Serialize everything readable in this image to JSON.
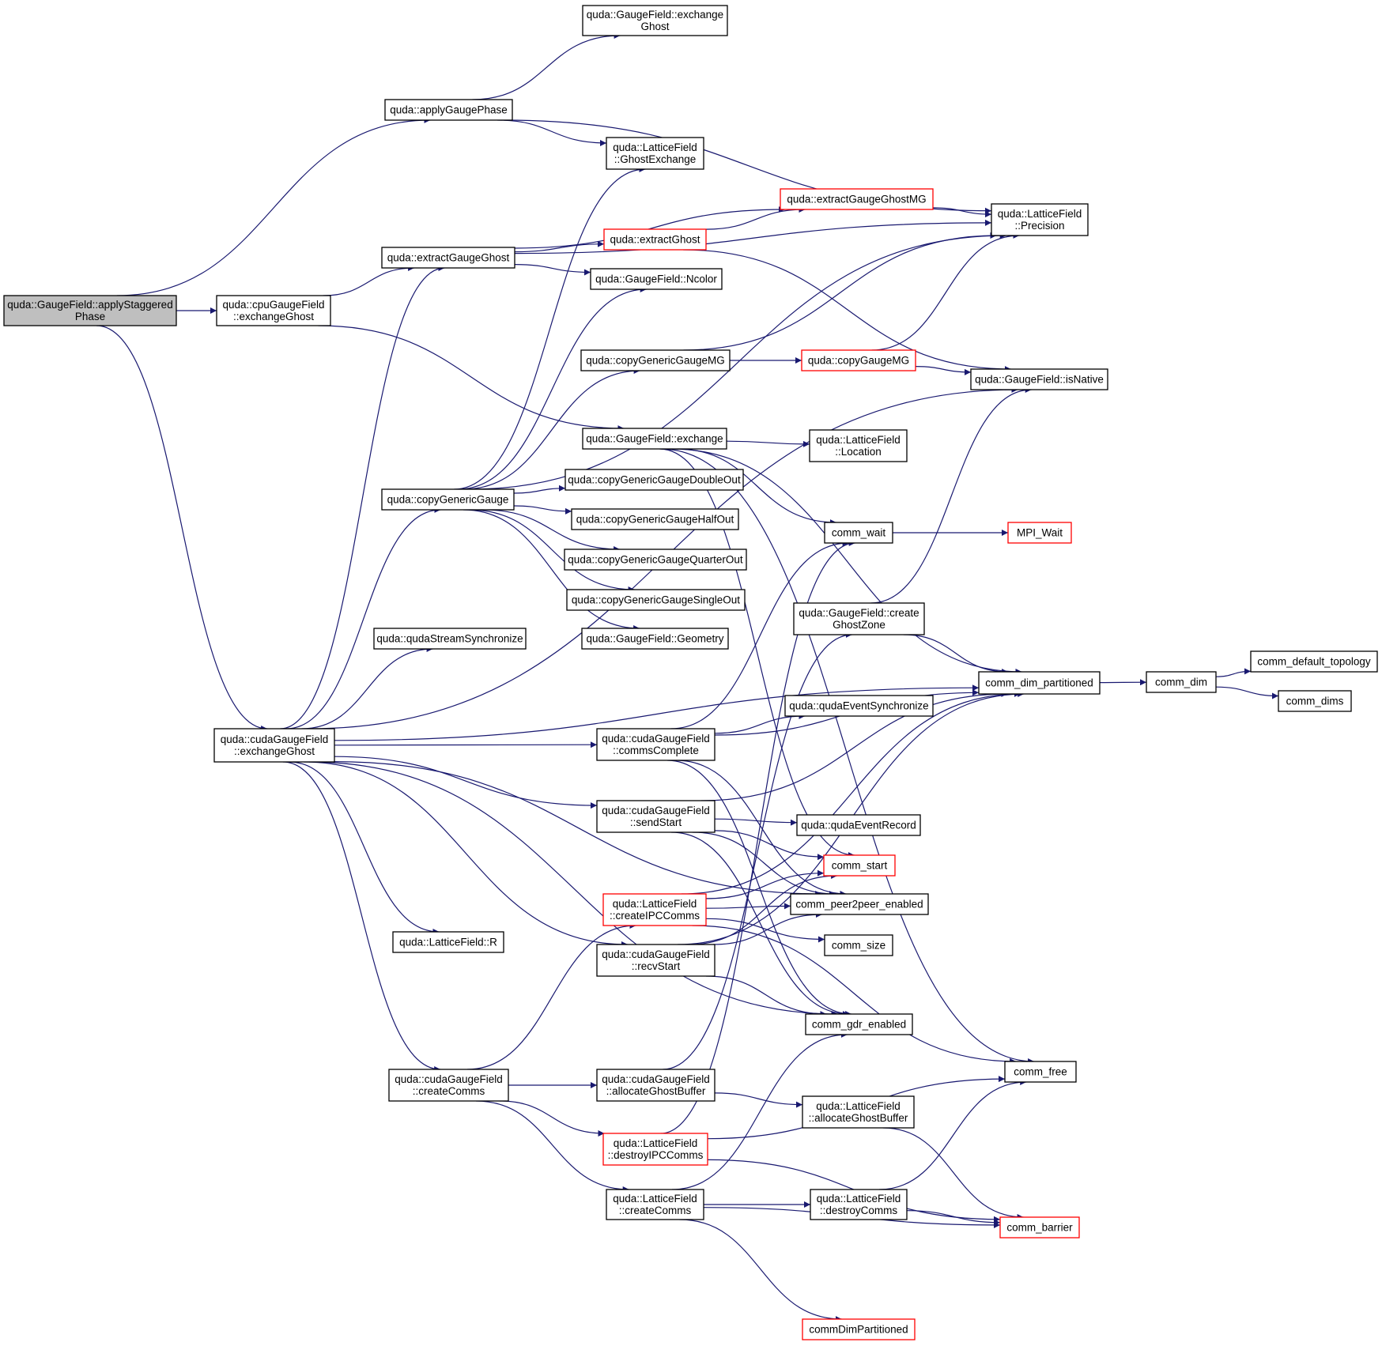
{
  "graph": {
    "colors": {
      "edge": "#191970",
      "node_border": "#000000",
      "node_border_truncated": "#ff0000",
      "root_fill": "#bfbfbf",
      "node_fill": "#ffffff",
      "background": "#ffffff"
    },
    "nodes": [
      {
        "id": "root",
        "lines": [
          "quda::GaugeField::applyStaggered",
          "Phase"
        ],
        "style": "root"
      },
      {
        "id": "applyGaugePhase",
        "lines": [
          "quda::applyGaugePhase"
        ],
        "style": "normal"
      },
      {
        "id": "gf_exchangeGhost",
        "lines": [
          "quda::GaugeField::exchange",
          "Ghost"
        ],
        "style": "normal"
      },
      {
        "id": "lf_ghostExchange",
        "lines": [
          "quda::LatticeField",
          "::GhostExchange"
        ],
        "style": "normal"
      },
      {
        "id": "lf_precision",
        "lines": [
          "quda::LatticeField",
          "::Precision"
        ],
        "style": "normal"
      },
      {
        "id": "extractGaugeGhostMG",
        "lines": [
          "quda::extractGaugeGhostMG"
        ],
        "style": "truncated"
      },
      {
        "id": "extractGhost",
        "lines": [
          "quda::extractGhost"
        ],
        "style": "truncated"
      },
      {
        "id": "extractGaugeGhost",
        "lines": [
          "quda::extractGaugeGhost"
        ],
        "style": "normal"
      },
      {
        "id": "gf_ncolor",
        "lines": [
          "quda::GaugeField::Ncolor"
        ],
        "style": "normal"
      },
      {
        "id": "cpu_exchangeGhost",
        "lines": [
          "quda::cpuGaugeField",
          "::exchangeGhost"
        ],
        "style": "normal"
      },
      {
        "id": "copyGenericGaugeMG",
        "lines": [
          "quda::copyGenericGaugeMG"
        ],
        "style": "normal"
      },
      {
        "id": "copyGaugeMG",
        "lines": [
          "quda::copyGaugeMG"
        ],
        "style": "truncated"
      },
      {
        "id": "gf_isNative",
        "lines": [
          "quda::GaugeField::isNative"
        ],
        "style": "normal"
      },
      {
        "id": "gf_exchange",
        "lines": [
          "quda::GaugeField::exchange"
        ],
        "style": "normal"
      },
      {
        "id": "lf_location",
        "lines": [
          "quda::LatticeField",
          "::Location"
        ],
        "style": "normal"
      },
      {
        "id": "copyGenericGauge",
        "lines": [
          "quda::copyGenericGauge"
        ],
        "style": "normal"
      },
      {
        "id": "cgg_double",
        "lines": [
          "quda::copyGenericGaugeDoubleOut"
        ],
        "style": "normal"
      },
      {
        "id": "cgg_half",
        "lines": [
          "quda::copyGenericGaugeHalfOut"
        ],
        "style": "normal"
      },
      {
        "id": "cgg_quarter",
        "lines": [
          "quda::copyGenericGaugeQuarterOut"
        ],
        "style": "normal"
      },
      {
        "id": "cgg_single",
        "lines": [
          "quda::copyGenericGaugeSingleOut"
        ],
        "style": "normal"
      },
      {
        "id": "gf_geometry",
        "lines": [
          "quda::GaugeField::Geometry"
        ],
        "style": "normal"
      },
      {
        "id": "comm_wait",
        "lines": [
          "comm_wait"
        ],
        "style": "normal"
      },
      {
        "id": "mpi_wait",
        "lines": [
          "MPI_Wait"
        ],
        "style": "truncated"
      },
      {
        "id": "gf_createGhostZone",
        "lines": [
          "quda::GaugeField::create",
          "GhostZone"
        ],
        "style": "normal"
      },
      {
        "id": "qudaStreamSync",
        "lines": [
          "quda::qudaStreamSynchronize"
        ],
        "style": "normal"
      },
      {
        "id": "comm_dim_partitioned",
        "lines": [
          "comm_dim_partitioned"
        ],
        "style": "normal"
      },
      {
        "id": "comm_dim",
        "lines": [
          "comm_dim"
        ],
        "style": "normal"
      },
      {
        "id": "comm_default_topology",
        "lines": [
          "comm_default_topology"
        ],
        "style": "normal"
      },
      {
        "id": "comm_dims",
        "lines": [
          "comm_dims"
        ],
        "style": "normal"
      },
      {
        "id": "qudaEventSync",
        "lines": [
          "quda::qudaEventSynchronize"
        ],
        "style": "normal"
      },
      {
        "id": "cuda_exchangeGhost",
        "lines": [
          "quda::cudaGaugeField",
          "::exchangeGhost"
        ],
        "style": "normal"
      },
      {
        "id": "cuda_commsComplete",
        "lines": [
          "quda::cudaGaugeField",
          "::commsComplete"
        ],
        "style": "normal"
      },
      {
        "id": "cuda_sendStart",
        "lines": [
          "quda::cudaGaugeField",
          "::sendStart"
        ],
        "style": "normal"
      },
      {
        "id": "qudaEventRecord",
        "lines": [
          "quda::qudaEventRecord"
        ],
        "style": "normal"
      },
      {
        "id": "comm_start",
        "lines": [
          "comm_start"
        ],
        "style": "truncated"
      },
      {
        "id": "lf_createIPCComms",
        "lines": [
          "quda::LatticeField",
          "::createIPCComms"
        ],
        "style": "truncated"
      },
      {
        "id": "comm_peer2peer",
        "lines": [
          "comm_peer2peer_enabled"
        ],
        "style": "normal"
      },
      {
        "id": "lf_R",
        "lines": [
          "quda::LatticeField::R"
        ],
        "style": "normal"
      },
      {
        "id": "cuda_recvStart",
        "lines": [
          "quda::cudaGaugeField",
          "::recvStart"
        ],
        "style": "normal"
      },
      {
        "id": "comm_size",
        "lines": [
          "comm_size"
        ],
        "style": "normal"
      },
      {
        "id": "comm_gdr",
        "lines": [
          "comm_gdr_enabled"
        ],
        "style": "normal"
      },
      {
        "id": "comm_free",
        "lines": [
          "comm_free"
        ],
        "style": "normal"
      },
      {
        "id": "cuda_createComms",
        "lines": [
          "quda::cudaGaugeField",
          "::createComms"
        ],
        "style": "normal"
      },
      {
        "id": "cuda_allocGhost",
        "lines": [
          "quda::cudaGaugeField",
          "::allocateGhostBuffer"
        ],
        "style": "normal"
      },
      {
        "id": "lf_allocGhost",
        "lines": [
          "quda::LatticeField",
          "::allocateGhostBuffer"
        ],
        "style": "normal"
      },
      {
        "id": "lf_destroyIPCComms",
        "lines": [
          "quda::LatticeField",
          "::destroyIPCComms"
        ],
        "style": "truncated"
      },
      {
        "id": "lf_createComms",
        "lines": [
          "quda::LatticeField",
          "::createComms"
        ],
        "style": "normal"
      },
      {
        "id": "lf_destroyComms",
        "lines": [
          "quda::LatticeField",
          "::destroyComms"
        ],
        "style": "normal"
      },
      {
        "id": "comm_barrier",
        "lines": [
          "comm_barrier"
        ],
        "style": "truncated"
      },
      {
        "id": "commDimPartitioned",
        "lines": [
          "commDimPartitioned"
        ],
        "style": "truncated"
      }
    ],
    "edges": [
      [
        "root",
        "applyGaugePhase"
      ],
      [
        "root",
        "cpu_exchangeGhost"
      ],
      [
        "root",
        "cuda_exchangeGhost"
      ],
      [
        "applyGaugePhase",
        "gf_exchangeGhost"
      ],
      [
        "applyGaugePhase",
        "lf_ghostExchange"
      ],
      [
        "applyGaugePhase",
        "lf_precision"
      ],
      [
        "cpu_exchangeGhost",
        "extractGaugeGhost"
      ],
      [
        "cpu_exchangeGhost",
        "gf_exchange"
      ],
      [
        "extractGaugeGhost",
        "extractGaugeGhostMG"
      ],
      [
        "extractGaugeGhost",
        "extractGhost"
      ],
      [
        "extractGaugeGhost",
        "gf_ncolor"
      ],
      [
        "extractGaugeGhost",
        "lf_precision"
      ],
      [
        "extractGaugeGhostMG",
        "lf_precision"
      ],
      [
        "extractGhost",
        "extractGaugeGhostMG"
      ],
      [
        "extractGhost",
        "gf_isNative"
      ],
      [
        "copyGenericGaugeMG",
        "copyGaugeMG"
      ],
      [
        "copyGenericGaugeMG",
        "lf_precision"
      ],
      [
        "copyGaugeMG",
        "gf_isNative"
      ],
      [
        "copyGaugeMG",
        "lf_precision"
      ],
      [
        "gf_exchange",
        "lf_location"
      ],
      [
        "gf_exchange",
        "comm_wait"
      ],
      [
        "gf_exchange",
        "comm_dim_partitioned"
      ],
      [
        "gf_exchange",
        "comm_free"
      ],
      [
        "gf_exchange",
        "comm_start"
      ],
      [
        "copyGenericGauge",
        "cgg_double"
      ],
      [
        "copyGenericGauge",
        "cgg_half"
      ],
      [
        "copyGenericGauge",
        "cgg_quarter"
      ],
      [
        "copyGenericGauge",
        "cgg_single"
      ],
      [
        "copyGenericGauge",
        "gf_geometry"
      ],
      [
        "copyGenericGauge",
        "copyGenericGaugeMG"
      ],
      [
        "copyGenericGauge",
        "gf_ncolor"
      ],
      [
        "copyGenericGauge",
        "lf_ghostExchange"
      ],
      [
        "copyGenericGauge",
        "lf_precision"
      ],
      [
        "comm_wait",
        "mpi_wait"
      ],
      [
        "gf_createGhostZone",
        "gf_isNative"
      ],
      [
        "gf_createGhostZone",
        "comm_dim_partitioned"
      ],
      [
        "comm_dim_partitioned",
        "comm_dim"
      ],
      [
        "comm_dim",
        "comm_default_topology"
      ],
      [
        "comm_dim",
        "comm_dims"
      ],
      [
        "cuda_exchangeGhost",
        "extractGaugeGhost"
      ],
      [
        "cuda_exchangeGhost",
        "copyGenericGauge"
      ],
      [
        "cuda_exchangeGhost",
        "qudaStreamSync"
      ],
      [
        "cuda_exchangeGhost",
        "gf_isNative"
      ],
      [
        "cuda_exchangeGhost",
        "comm_dim_partitioned"
      ],
      [
        "cuda_exchangeGhost",
        "cuda_commsComplete"
      ],
      [
        "cuda_exchangeGhost",
        "cuda_sendStart"
      ],
      [
        "cuda_exchangeGhost",
        "comm_peer2peer"
      ],
      [
        "cuda_exchangeGhost",
        "lf_R"
      ],
      [
        "cuda_exchangeGhost",
        "cuda_recvStart"
      ],
      [
        "cuda_exchangeGhost",
        "comm_gdr"
      ],
      [
        "cuda_exchangeGhost",
        "cuda_createComms"
      ],
      [
        "cuda_commsComplete",
        "comm_wait"
      ],
      [
        "cuda_commsComplete",
        "qudaEventSync"
      ],
      [
        "cuda_commsComplete",
        "comm_dim_partitioned"
      ],
      [
        "cuda_commsComplete",
        "comm_peer2peer"
      ],
      [
        "cuda_commsComplete",
        "comm_gdr"
      ],
      [
        "cuda_sendStart",
        "comm_dim_partitioned"
      ],
      [
        "cuda_sendStart",
        "qudaEventRecord"
      ],
      [
        "cuda_sendStart",
        "comm_start"
      ],
      [
        "cuda_sendStart",
        "comm_peer2peer"
      ],
      [
        "cuda_sendStart",
        "comm_gdr"
      ],
      [
        "lf_createIPCComms",
        "comm_dim_partitioned"
      ],
      [
        "lf_createIPCComms",
        "comm_start"
      ],
      [
        "lf_createIPCComms",
        "comm_peer2peer"
      ],
      [
        "lf_createIPCComms",
        "comm_size"
      ],
      [
        "lf_createIPCComms",
        "comm_free"
      ],
      [
        "cuda_recvStart",
        "comm_start"
      ],
      [
        "cuda_recvStart",
        "comm_peer2peer"
      ],
      [
        "cuda_recvStart",
        "comm_gdr"
      ],
      [
        "cuda_recvStart",
        "comm_dim_partitioned"
      ],
      [
        "cuda_createComms",
        "lf_createIPCComms"
      ],
      [
        "cuda_createComms",
        "cuda_allocGhost"
      ],
      [
        "cuda_createComms",
        "lf_destroyIPCComms"
      ],
      [
        "cuda_createComms",
        "lf_createComms"
      ],
      [
        "cuda_allocGhost",
        "gf_createGhostZone"
      ],
      [
        "cuda_allocGhost",
        "lf_allocGhost"
      ],
      [
        "lf_allocGhost",
        "comm_barrier"
      ],
      [
        "lf_destroyIPCComms",
        "comm_wait"
      ],
      [
        "lf_destroyIPCComms",
        "comm_free"
      ],
      [
        "lf_destroyIPCComms",
        "comm_barrier"
      ],
      [
        "lf_createComms",
        "comm_gdr"
      ],
      [
        "lf_createComms",
        "lf_destroyComms"
      ],
      [
        "lf_createComms",
        "comm_barrier"
      ],
      [
        "lf_createComms",
        "commDimPartitioned"
      ],
      [
        "lf_destroyComms",
        "comm_free"
      ],
      [
        "lf_destroyComms",
        "comm_barrier"
      ]
    ]
  }
}
